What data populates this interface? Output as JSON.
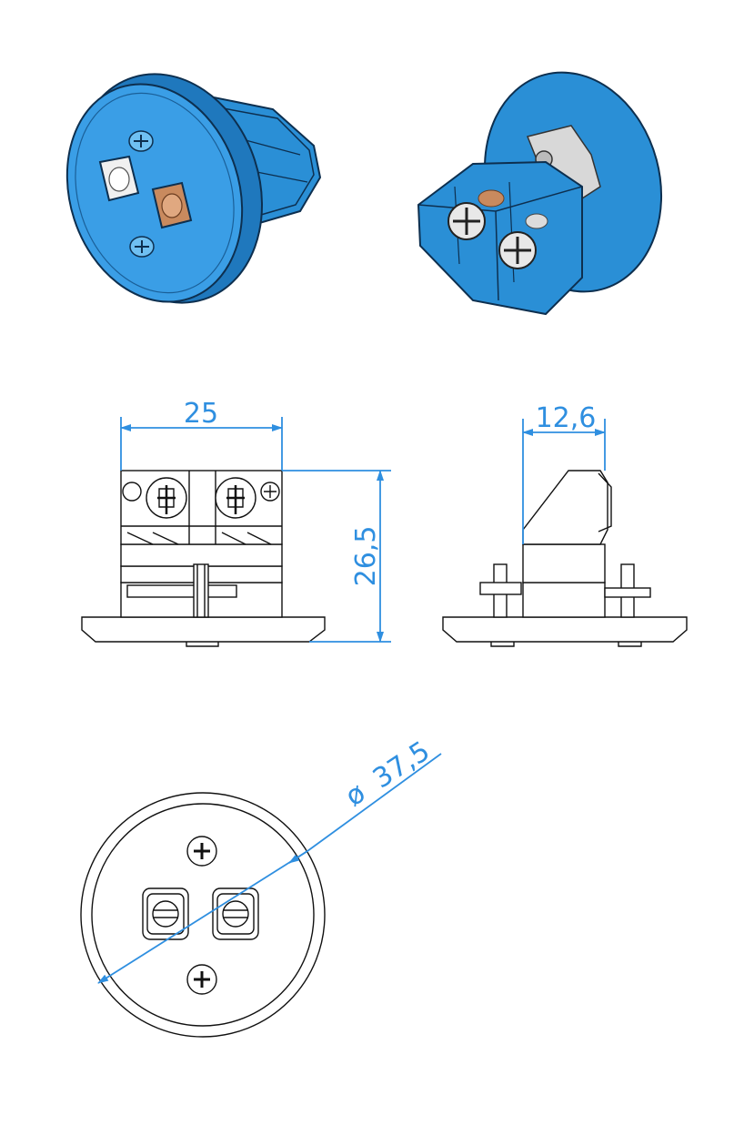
{
  "colors": {
    "dimension": "#2f8fe0",
    "part_blue": "#2a8fd6",
    "part_blue_dark": "#1a5f98",
    "part_blue_light": "#6fc0f2",
    "line": "#111111",
    "copper": "#c98a5e",
    "nickel": "#e8e8e8"
  },
  "dimensions": {
    "width": "25",
    "height": "26,5",
    "depth": "12,6",
    "diameter": "37,5",
    "diameter_symbol": "ø"
  }
}
